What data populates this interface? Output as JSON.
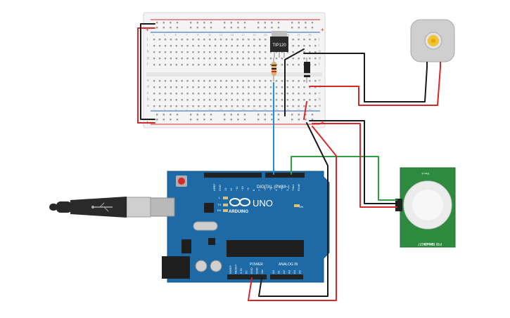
{
  "breadboard": {
    "row_letters_top": [
      "j",
      "i",
      "h",
      "g",
      "f"
    ],
    "row_letters_bottom": [
      "e",
      "d",
      "c",
      "b",
      "a"
    ],
    "col_numbers": [
      "1",
      "3",
      "5",
      "7",
      "9",
      "11",
      "13",
      "15",
      "17",
      "19",
      "21",
      "23",
      "25",
      "27",
      "29"
    ],
    "rail_plus": "+",
    "rail_minus": "−"
  },
  "transistor": {
    "label": "TIP120"
  },
  "arduino": {
    "logo_text": "ARDUINO",
    "model": "UNO",
    "digital_label": "DIGITAL (PWM~)",
    "power_label": "POWER",
    "analog_label": "ANALOG IN",
    "digital_pins": [
      "AREF",
      "GND",
      "13",
      "12",
      "~11",
      "~10",
      "~9",
      "8",
      "7",
      "~6",
      "~5",
      "4",
      "~3",
      "2",
      "TX▸1",
      "RX◂0"
    ],
    "power_pins": [
      "IOREF",
      "RESET",
      "3.3V",
      "5V",
      "GND",
      "GND",
      "Vin"
    ],
    "analog_pins": [
      "A0",
      "A1",
      "A2",
      "A3",
      "A4",
      "A5"
    ],
    "led_labels": [
      "L",
      "TX",
      "RX"
    ],
    "on_label": "ON"
  },
  "pir": {
    "text_line1": "PIR Sensor",
    "text_line2": "555-28027",
    "text_top": "Rev A"
  },
  "colors": {
    "wire_red": "#d62828",
    "wire_black": "#1a1a1a",
    "wire_blue": "#1f8fd6",
    "wire_green": "#2ea043",
    "arduino_board": "#1e6aa6",
    "pir_board": "#2e8a3e",
    "breadboard": "#f4f4f4"
  }
}
